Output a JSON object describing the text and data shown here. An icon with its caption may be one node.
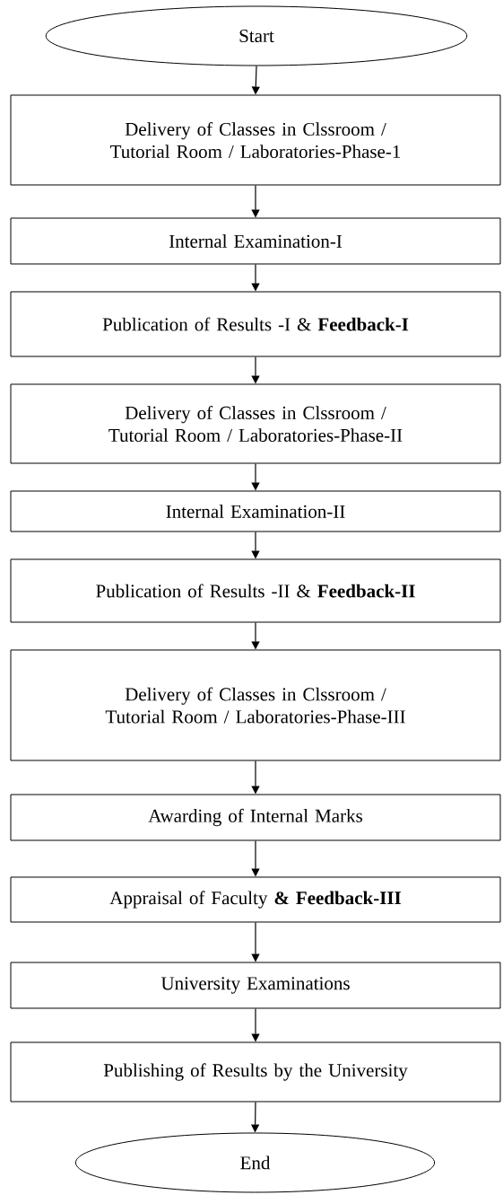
{
  "diagram": {
    "nodes": [
      {
        "text": [
          "Start"
        ]
      },
      {
        "text": [
          "Delivery of Classes in Clssroom / Tutorial Room / Laboratories-Phase-1"
        ]
      },
      {
        "text": [
          "Internal Examination-I"
        ]
      },
      {
        "text": [
          "Publication of Results -I & **Feedback-I**"
        ]
      },
      {
        "text": [
          "Delivery of Classes in Clssroom / Tutorial Room / Laboratories-Phase-II"
        ]
      },
      {
        "text": [
          "Internal Examination-II"
        ]
      },
      {
        "text": [
          "Publication of Results -II & **Feedback-II**"
        ]
      },
      {
        "text": [
          "Delivery of Classes in Clssroom / Tutorial Room / Laboratories-Phase-III"
        ]
      },
      {
        "text": [
          "Awarding of Internal Marks"
        ]
      },
      {
        "text": [
          "Appraisal of Faculty **& Feedback-III**"
        ]
      },
      {
        "text": [
          "University Examinations"
        ]
      },
      {
        "text": [
          "Publishing of Results by the University"
        ]
      },
      {
        "text": [
          "End"
        ]
      }
    ],
    "edges": [
      {
        "from": 0,
        "to": 1,
        "arrow": "to"
      },
      {
        "from": 1,
        "to": 2,
        "arrow": "to"
      },
      {
        "from": 2,
        "to": 3,
        "arrow": "to"
      },
      {
        "from": 3,
        "to": 4,
        "arrow": "to"
      },
      {
        "from": 4,
        "to": 5,
        "arrow": "to"
      },
      {
        "from": 5,
        "to": 6,
        "arrow": "to"
      },
      {
        "from": 6,
        "to": 7,
        "arrow": "to"
      },
      {
        "from": 7,
        "to": 8,
        "arrow": "to"
      },
      {
        "from": 8,
        "to": 9,
        "arrow": "to"
      },
      {
        "from": 9,
        "to": 10,
        "arrow": "to"
      },
      {
        "from": 10,
        "to": 11,
        "arrow": "to"
      },
      {
        "from": 11,
        "to": 12,
        "arrow": "to"
      }
    ]
  }
}
